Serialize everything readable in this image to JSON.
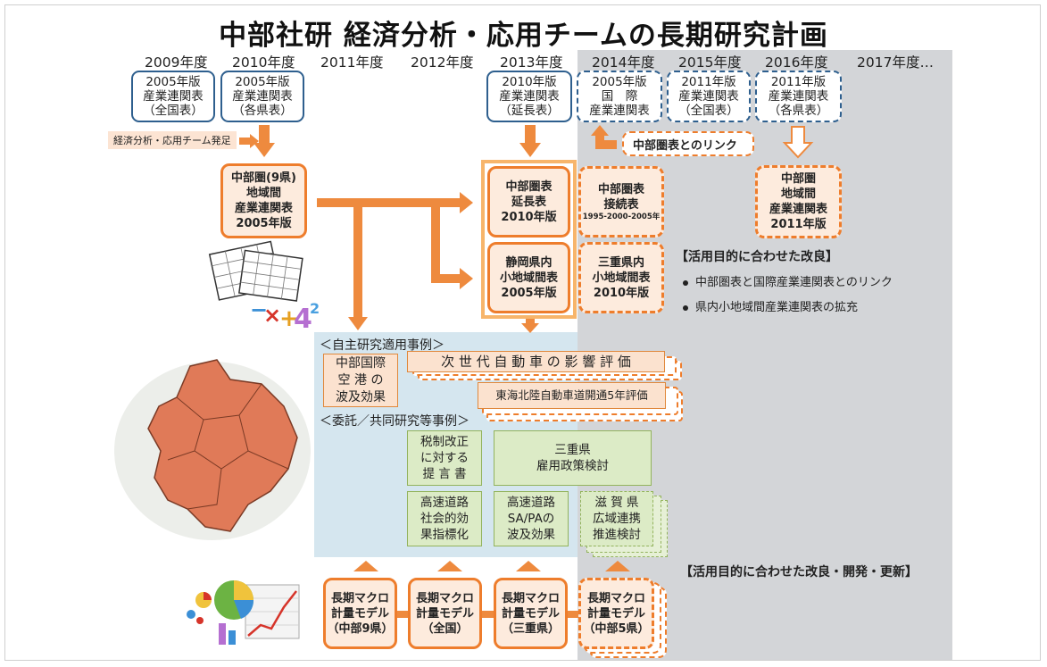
{
  "title": "中部社研 経済分析・応用チームの長期研究計画",
  "years": [
    "2009年度",
    "2010年度",
    "2011年度",
    "2012年度",
    "2013年度",
    "2014年度",
    "2015年度",
    "2016年度",
    "2017年度…"
  ],
  "top_tables": [
    [
      "2005年版",
      "産業連関表",
      "（全国表）"
    ],
    [
      "2005年版",
      "産業連関表",
      "（各県表）"
    ],
    [
      "2010年版",
      "産業連関表",
      "（延長表）"
    ],
    [
      "2005年版",
      "国　際",
      "産業連関表"
    ],
    [
      "2011年版",
      "産業連関表",
      "（全国表）"
    ],
    [
      "2011年版",
      "産業連関表",
      "（各県表）"
    ]
  ],
  "start_tag": "経済分析・応用チーム発足",
  "link_label": "中部圏表とのリンク",
  "core_tables": {
    "chubu_region": [
      "中部圏(9県)",
      "地域間",
      "産業連関表",
      "2005年版"
    ],
    "extended": [
      "中部圏表",
      "延長表",
      "2010年版"
    ],
    "connected": [
      "中部圏表",
      "接続表",
      "1995-2000-2005年"
    ],
    "shizuoka": [
      "静岡県内",
      "小地域間表",
      "2005年版"
    ],
    "mie": [
      "三重県内",
      "小地域間表",
      "2010年版"
    ],
    "chubu_2011": [
      "中部圏",
      "地域間",
      "産業連関表",
      "2011年版"
    ]
  },
  "improve_heading": "【活用目的に合わせた改良】",
  "improve_items": [
    "中部圏表と国際産業連関表とのリンク",
    "県内小地域間産業連関表の拡充"
  ],
  "own_research_heading": "＜自主研究適用事例＞",
  "own_research": {
    "airport": [
      "中部国際",
      "空 港 の",
      "波及効果"
    ],
    "next_car": "次 世 代 自 動 車 の 影 響 評 価",
    "expressway": "東海北陸自動車道開通5年評価"
  },
  "commission_heading": "＜委託／共同研究等事例＞",
  "commission": {
    "tax": [
      "税制改正",
      "に対する",
      "提 言 書"
    ],
    "mie_employment": [
      "三重県",
      "雇用政策検討"
    ],
    "road_index": [
      "高速道路",
      "社会的効",
      "果指標化"
    ],
    "sapa": [
      "高速道路",
      "SA/PAの",
      "波及効果"
    ],
    "shiga": [
      "滋 賀 県",
      "広域連携",
      "推進検討"
    ]
  },
  "models_heading": "【活用目的に合わせた改良・開発・更新】",
  "models": [
    [
      "長期マクロ",
      "計量モデル",
      "（中部9県）"
    ],
    [
      "長期マクロ",
      "計量モデル",
      "（全国）"
    ],
    [
      "長期マクロ",
      "計量モデル",
      "（三重県）"
    ],
    [
      "長期マクロ",
      "計量モデル",
      "（中部5県）"
    ]
  ],
  "colors": {
    "orange": "#ee7d2c",
    "orange_fill": "#fdebdd",
    "navy": "#2e5f8e",
    "grey_band": "#d3d5d8",
    "blue_panel": "#d5e6ef",
    "green_box": "#dcebc6"
  }
}
